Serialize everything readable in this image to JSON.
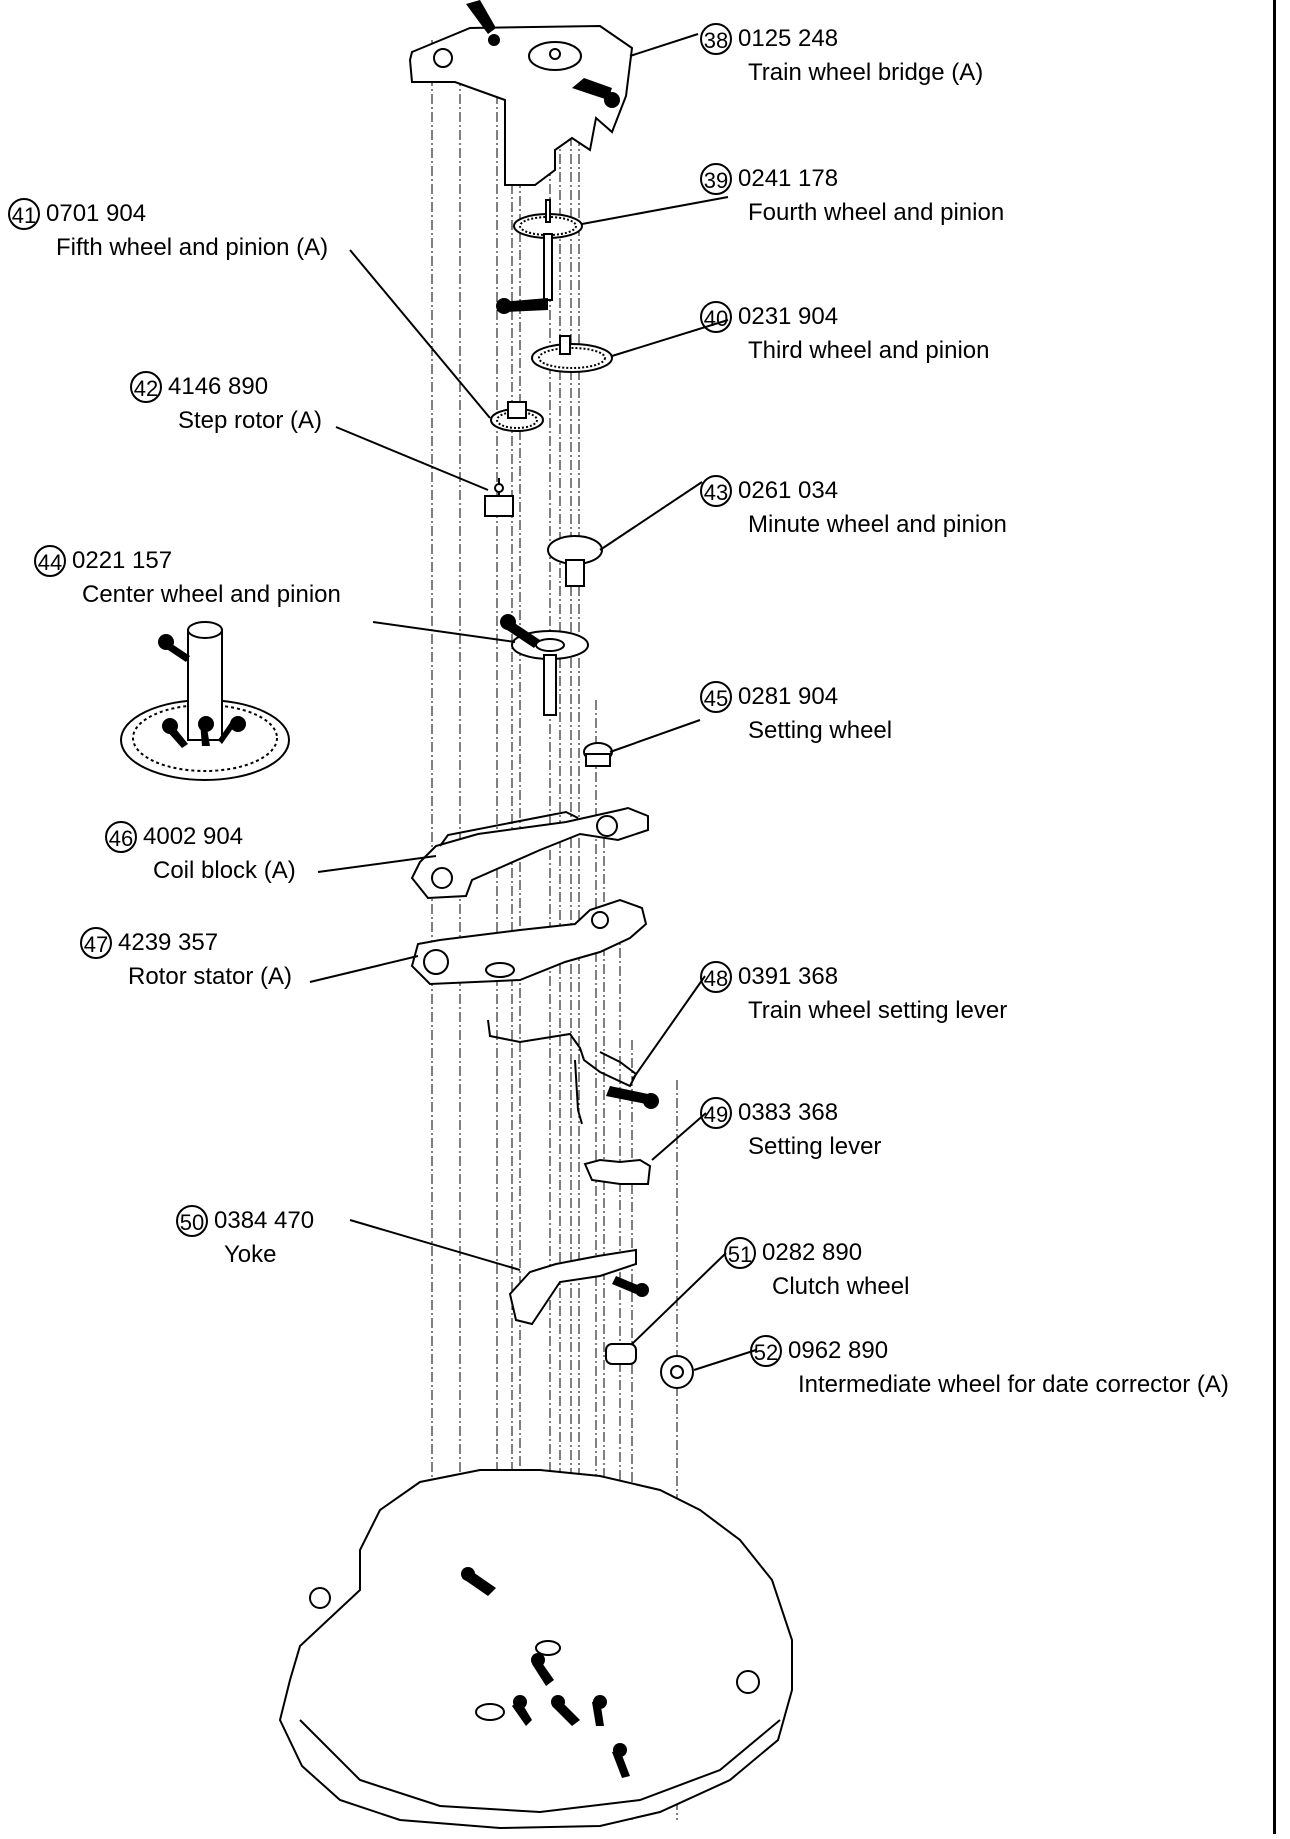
{
  "diagram": {
    "parts": [
      {
        "no": "38",
        "code": "0125 248",
        "name": "Train wheel bridge (A)"
      },
      {
        "no": "39",
        "code": "0241 178",
        "name": "Fourth wheel and pinion"
      },
      {
        "no": "40",
        "code": "0231 904",
        "name": "Third wheel and pinion"
      },
      {
        "no": "41",
        "code": "0701 904",
        "name": "Fifth wheel and pinion (A)"
      },
      {
        "no": "42",
        "code": "4146 890",
        "name": "Step rotor (A)"
      },
      {
        "no": "43",
        "code": "0261 034",
        "name": "Minute wheel and pinion"
      },
      {
        "no": "44",
        "code": "0221 157",
        "name": "Center wheel and pinion"
      },
      {
        "no": "45",
        "code": "0281 904",
        "name": "Setting wheel"
      },
      {
        "no": "46",
        "code": "4002 904",
        "name": "Coil block (A)"
      },
      {
        "no": "47",
        "code": "4239 357",
        "name": "Rotor stator (A)"
      },
      {
        "no": "48",
        "code": "0391 368",
        "name": "Train wheel setting lever"
      },
      {
        "no": "49",
        "code": "0383 368",
        "name": "Setting lever"
      },
      {
        "no": "50",
        "code": "0384 470",
        "name": "Yoke"
      },
      {
        "no": "51",
        "code": "0282 890",
        "name": "Clutch wheel"
      },
      {
        "no": "52",
        "code": "0962 890",
        "name": "Intermediate wheel for date corrector (A)"
      }
    ]
  }
}
